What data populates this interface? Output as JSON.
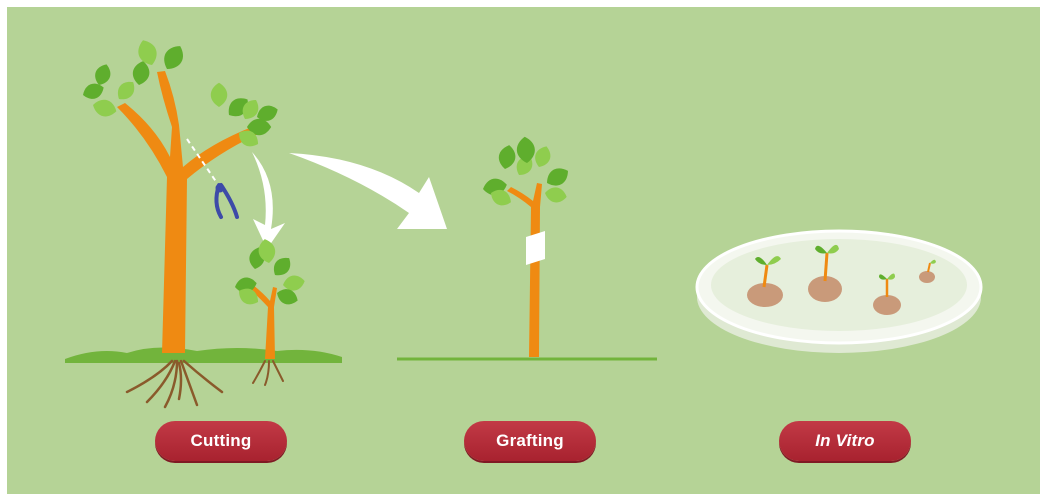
{
  "labels": {
    "cutting": "Cutting",
    "grafting": "Grafting",
    "in_vitro": "In Vitro"
  },
  "colors": {
    "background": "#b5d396",
    "trunk": "#ef8a12",
    "leaf": "#5fae2d",
    "leaf_light": "#8fcd4e",
    "grass": "#72b43c",
    "root": "#8a5a2b",
    "pill": "#b32a36",
    "arrow": "#ffffff",
    "shears": "#3d4aa8",
    "dish": "#eef3e6",
    "callus": "#c99a7a"
  },
  "icons": [
    "tree-icon",
    "sapling-icon",
    "shears-icon",
    "arrow-icon",
    "petri-dish-icon"
  ]
}
